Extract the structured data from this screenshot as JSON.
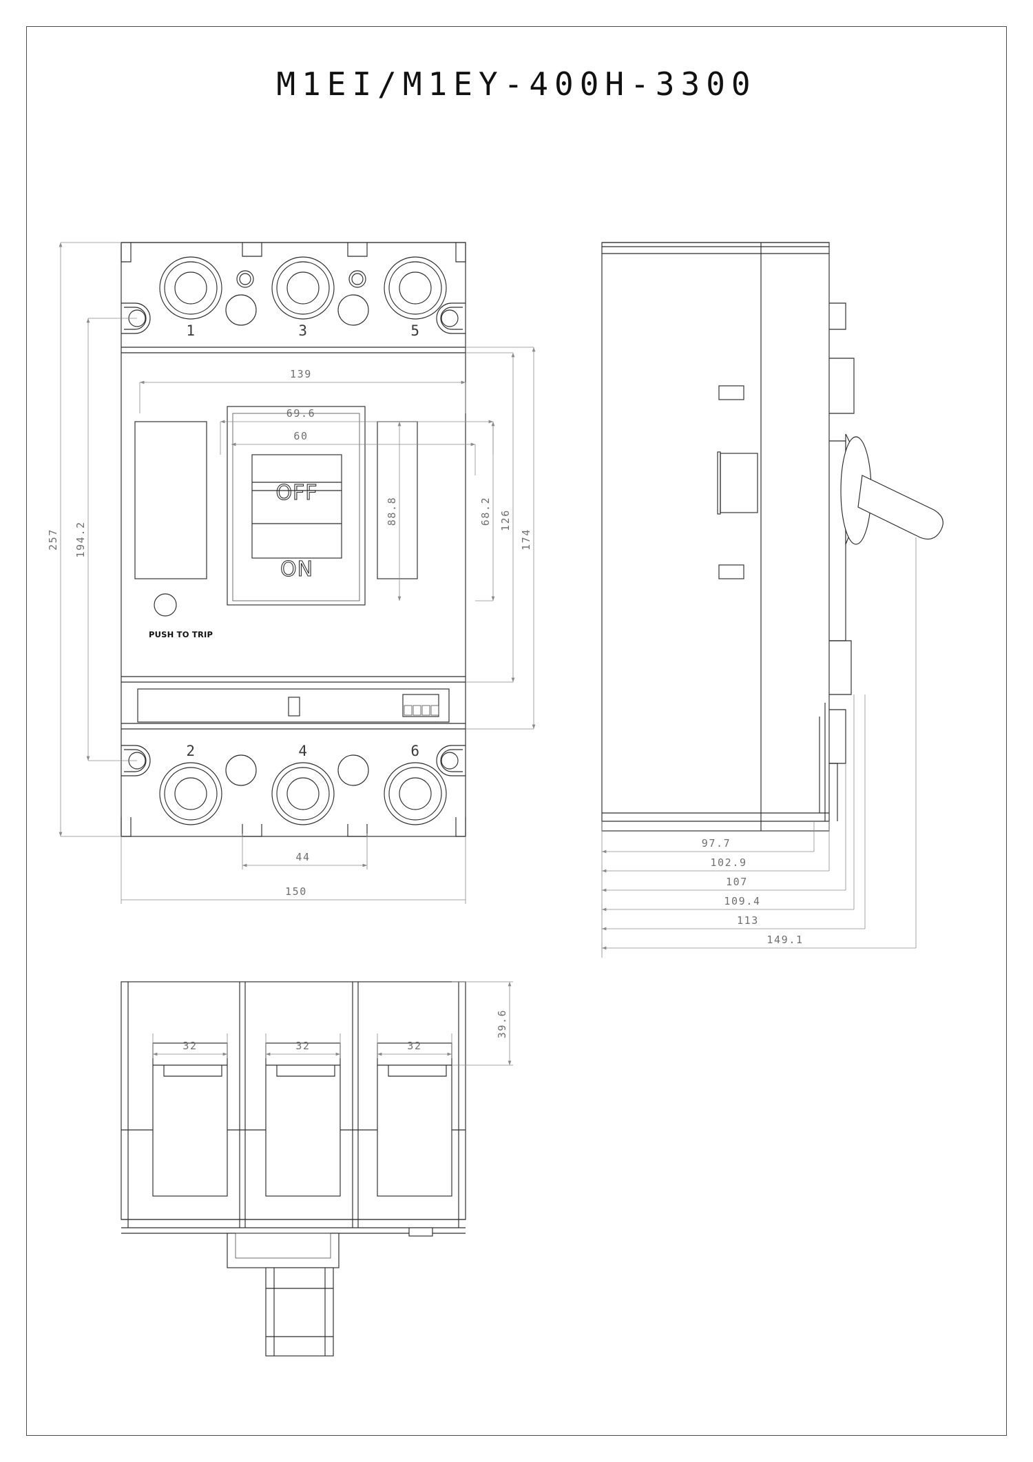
{
  "drawing": {
    "title": "M1EI/M1EY-400H-3300",
    "sheet_border": true,
    "units": "mm",
    "line_color": "#2b2b2b",
    "dim_color": "#8a8a8a"
  },
  "front_view": {
    "name": "front-view",
    "labels": {
      "push_to_trip": "PUSH TO TRIP",
      "toggle_off": "OFF",
      "toggle_on": "ON"
    },
    "terminals_top": [
      "1",
      "3",
      "5"
    ],
    "terminals_bottom": [
      "2",
      "4",
      "6"
    ],
    "dimensions": {
      "overall_height": "257",
      "mounting_height": "194.2",
      "overall_width": "150",
      "body_width": "139",
      "window_outer_width": "69.6",
      "window_inner_width": "60",
      "handle_window_height": "88.8",
      "inner_height": "68.2",
      "mid_height": "126",
      "body_height": "174",
      "slot_spacing": "44"
    }
  },
  "side_view": {
    "name": "side-view",
    "dimensions": {
      "d1": "97.7",
      "d2": "102.9",
      "d3": "107",
      "d4": "109.4",
      "d5": "113",
      "d6": "149.1"
    }
  },
  "bottom_view": {
    "name": "bottom-view",
    "dimensions": {
      "pole_width_1": "32",
      "pole_width_2": "32",
      "pole_width_3": "32",
      "depth": "39.6"
    }
  }
}
